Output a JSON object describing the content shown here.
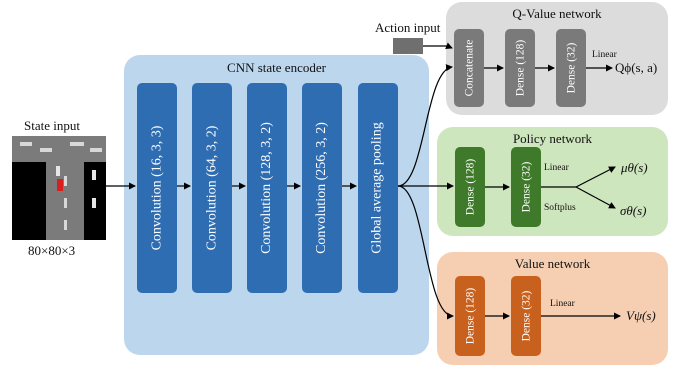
{
  "state_input": {
    "title": "State input",
    "size": "80×80×3"
  },
  "action_input": {
    "label": "Action input"
  },
  "cnn_encoder": {
    "title": "CNN state encoder",
    "layers": [
      "Convolution (16, 3, 3)",
      "Convolution (64, 3, 2)",
      "Convolution (128, 3, 2)",
      "Convolution (256, 3, 2)",
      "Global average pooling"
    ]
  },
  "q_network": {
    "title": "Q-Value network",
    "layers": [
      "Concatenate",
      "Dense (128)",
      "Dense (32)"
    ],
    "activation": "Linear",
    "output": "Qϕ(s, a)"
  },
  "policy_network": {
    "title": "Policy network",
    "layers": [
      "Dense (128)",
      "Dense (32)"
    ],
    "activation_mu": "Linear",
    "activation_sigma": "Softplus",
    "output_mu": "μθ(s)",
    "output_sigma": "σθ(s)"
  },
  "value_network": {
    "title": "Value network",
    "layers": [
      "Dense (128)",
      "Dense (32)"
    ],
    "activation": "Linear",
    "output": "Vψ(s)"
  },
  "colors": {
    "cnn_panel": "#bcd6ee",
    "cnn_block": "#2f6db3",
    "q_panel": "#dcdcdc",
    "q_block": "#7a7a7a",
    "policy_panel": "#cde6be",
    "policy_block": "#3f7a2b",
    "value_panel": "#f6cfb3",
    "value_block": "#c8611e"
  }
}
